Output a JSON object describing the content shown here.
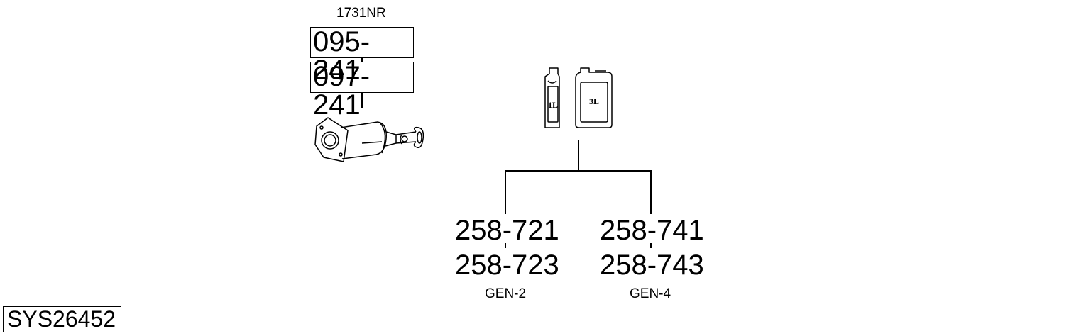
{
  "diagram": {
    "system_id": "SYS26452",
    "dpf_assembly": {
      "code": "1731NR",
      "part_numbers": [
        "095-241",
        "097-241"
      ]
    },
    "fluid_containers": {
      "small_label": "1L",
      "large_label": "3L"
    },
    "fluid_groups": [
      {
        "part_numbers": [
          "258-721",
          "258-723"
        ],
        "generation": "GEN-2"
      },
      {
        "part_numbers": [
          "258-741",
          "258-743"
        ],
        "generation": "GEN-4"
      }
    ]
  }
}
